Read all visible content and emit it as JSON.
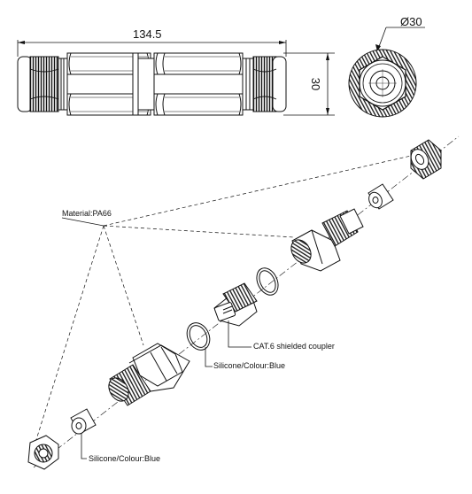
{
  "dimensions": {
    "length": "134.5",
    "height": "30",
    "diameter": "Ø30"
  },
  "callouts": {
    "material": "Material:PA66",
    "coupler": "CAT.6 shielded coupler",
    "seal_ring": "Silicone/Colour:Blue",
    "seal_insert": "Silicone/Colour:Blue"
  },
  "colors": {
    "line": "#111111",
    "fill": "#ffffff",
    "shade": "#d9d9d9"
  }
}
